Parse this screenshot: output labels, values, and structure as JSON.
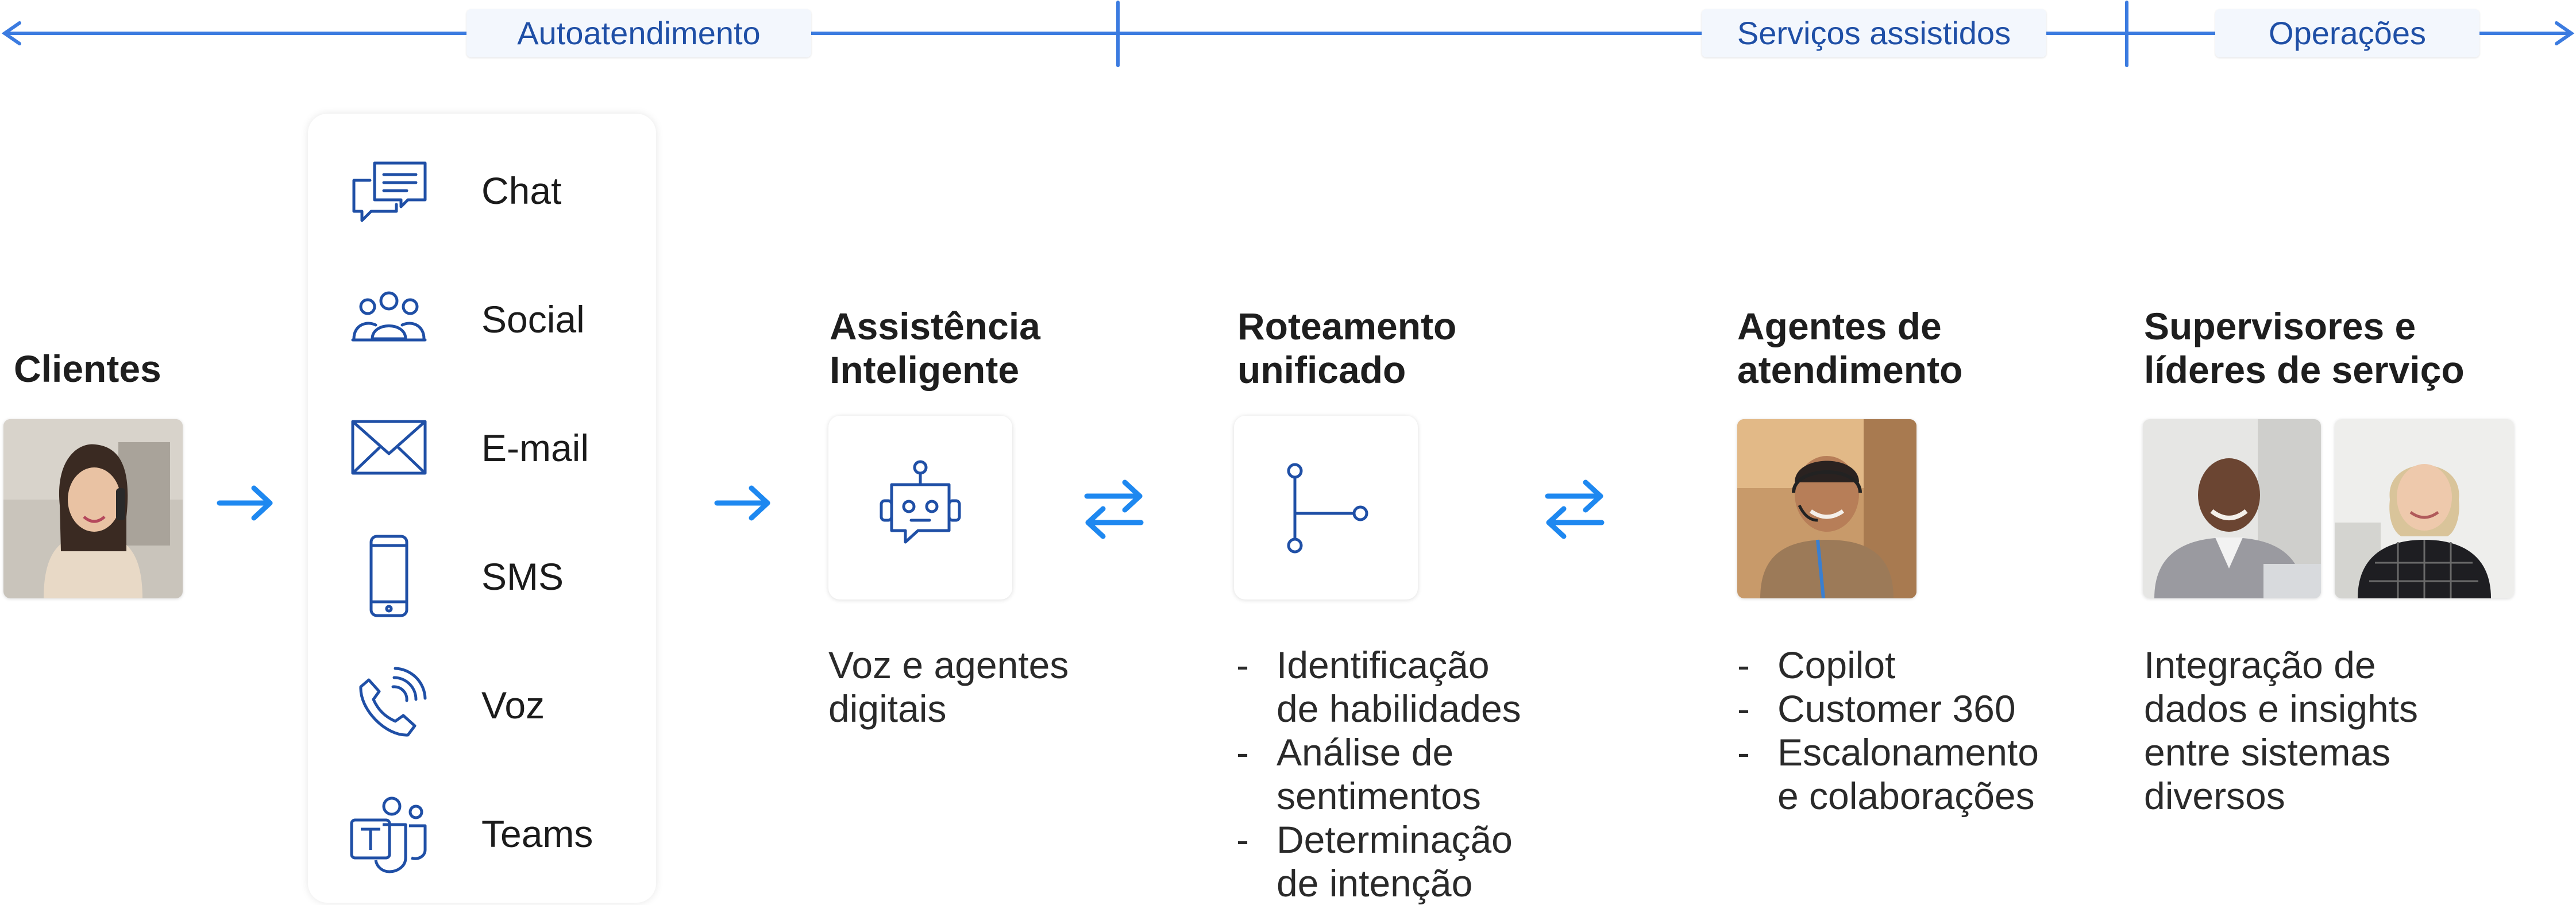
{
  "timeline": {
    "labels": [
      "Autoatendimento",
      "Serviços assistidos",
      "Operações"
    ],
    "line_color": "#3b7be0"
  },
  "clientes": {
    "title": "Clientes",
    "photo": "customer-photo"
  },
  "channels": [
    {
      "label": "Chat",
      "icon": "chat-icon"
    },
    {
      "label": "Social",
      "icon": "social-icon"
    },
    {
      "label": "E-mail",
      "icon": "email-icon"
    },
    {
      "label": "SMS",
      "icon": "sms-icon"
    },
    {
      "label": "Voz",
      "icon": "voice-icon"
    },
    {
      "label": "Teams",
      "icon": "teams-icon"
    }
  ],
  "assistencia": {
    "title_lines": [
      "Assistência",
      "Inteligente"
    ],
    "icon": "robot-icon",
    "desc_lines": [
      "Voz e agentes",
      "digitais"
    ]
  },
  "roteamento": {
    "title_lines": [
      "Roteamento",
      "unificado"
    ],
    "icon": "routing-icon",
    "items": [
      [
        "Identificação",
        "de habilidades"
      ],
      [
        "Análise de",
        "sentimentos"
      ],
      [
        "Determinação",
        "de intenção"
      ]
    ]
  },
  "agentes": {
    "title_lines": [
      "Agentes de",
      "atendimento"
    ],
    "photo": "agent-photo",
    "items": [
      [
        "Copilot"
      ],
      [
        "Customer 360"
      ],
      [
        "Escalonamento",
        "e colaborações"
      ]
    ]
  },
  "supervisores": {
    "title_lines": [
      "Supervisores e",
      "líderes de serviço"
    ],
    "photos": [
      "supervisor-photo",
      "leader-photo"
    ],
    "desc_lines": [
      "Integração de",
      "dados e insights",
      "entre sistemas",
      "diversos"
    ]
  },
  "colors": {
    "accent": "#1e88f0",
    "icon": "#1f4fa6",
    "label_bg": "#f3f7fd"
  }
}
